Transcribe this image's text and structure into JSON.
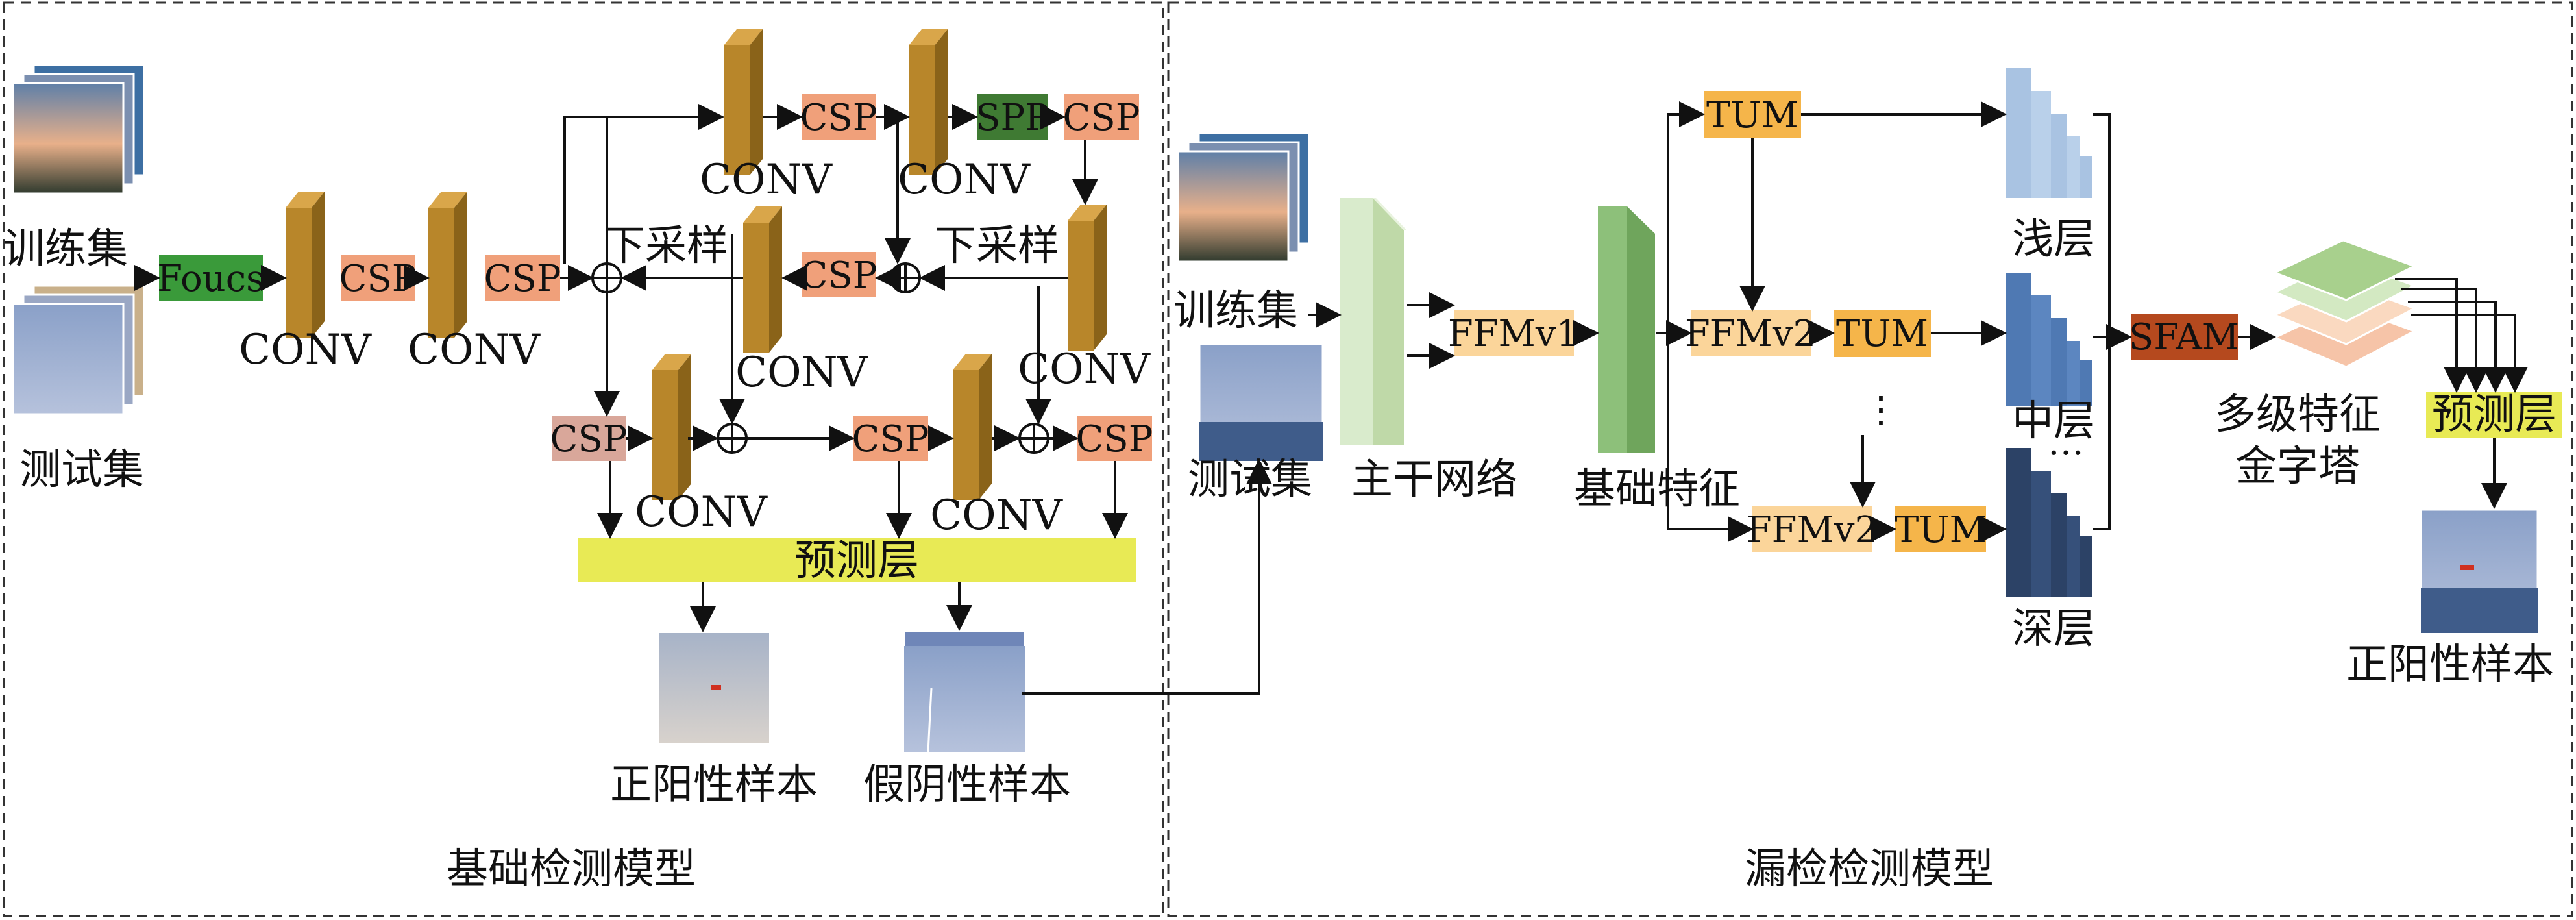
{
  "panels": {
    "left_title": "基础检测模型",
    "right_title": "漏检检测模型"
  },
  "left": {
    "train_label": "训练集",
    "test_label": "测试集",
    "focus": "Foucs",
    "conv": "CONV",
    "csp": "CSP",
    "spp": "SPP",
    "downsample": "下采样",
    "predict": "预测层",
    "true_pos": "正阳性样本",
    "false_neg": "假阴性样本"
  },
  "right": {
    "train_label": "训练集",
    "test_label": "测试集",
    "backbone": "主干网络",
    "ffmv1": "FFMv1",
    "ffmv2": "FFMv2",
    "tum": "TUM",
    "base_feature": "基础特征",
    "shallow": "浅层",
    "middle": "中层",
    "deep": "深层",
    "sfam": "SFAM",
    "pyramid_line1": "多级特征",
    "pyramid_line2": "金字塔",
    "predict": "预测层",
    "true_pos": "正阳性样本"
  },
  "colors": {
    "conv": "#b8862a",
    "csp": "#f0a07a",
    "focus": "#3a9a3a",
    "spp": "#3f7a33",
    "predict": "#e8ea55",
    "ffm": "#fbd59a",
    "tum": "#f5b54a",
    "sfam": "#b5491e",
    "backbone": "#d9ebcc",
    "base_feature": "#8dc07a",
    "shallow": "#a9c3e2",
    "middle": "#4f79b3",
    "deep": "#2c4266"
  }
}
